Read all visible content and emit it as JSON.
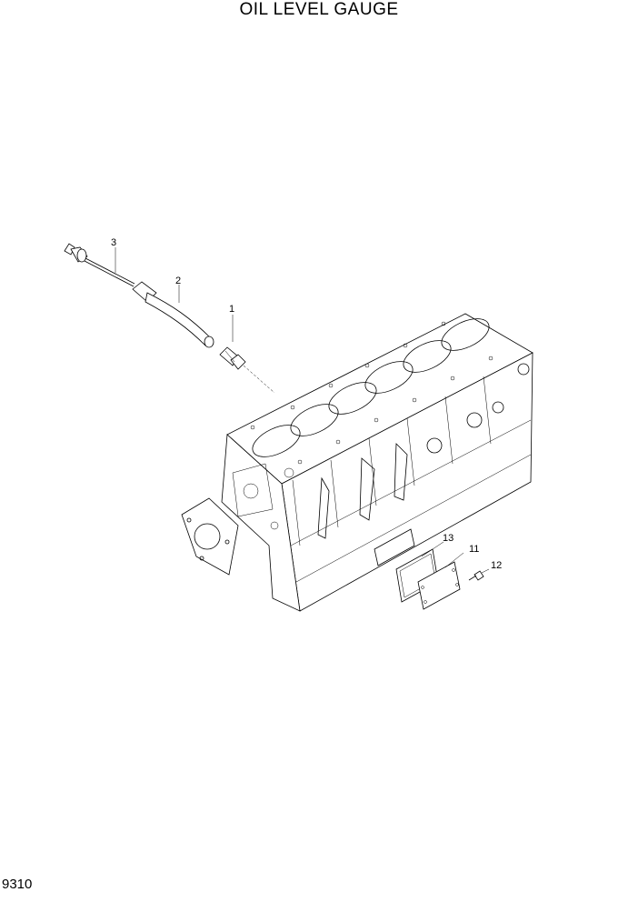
{
  "title": "OIL LEVEL GAUGE",
  "page_number": "9310",
  "callouts": [
    "1",
    "2",
    "3",
    "11",
    "12",
    "13"
  ]
}
